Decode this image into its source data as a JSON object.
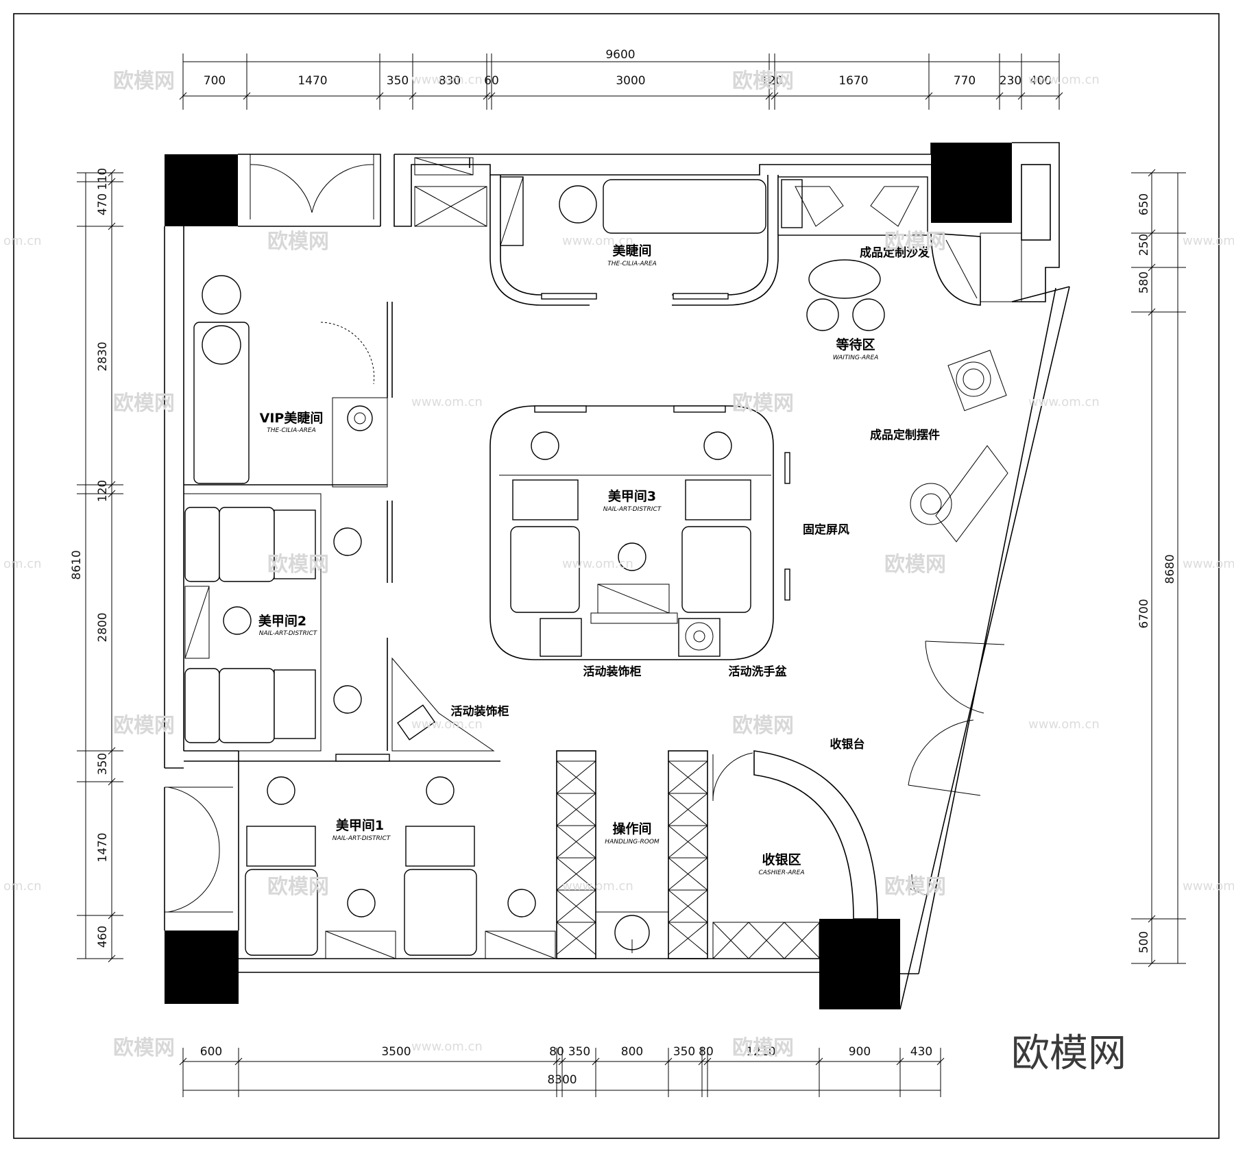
{
  "dimensions": {
    "top_total": "9600",
    "top": [
      "700",
      "1470",
      "350",
      "830",
      "60",
      "3000",
      "120",
      "1670",
      "770",
      "230",
      "400"
    ],
    "bottom_total": "8300",
    "bottom": [
      "600",
      "3500",
      "80",
      "350",
      "800",
      "350",
      "80",
      "1210",
      "900",
      "430"
    ],
    "left_total": "8610",
    "left": [
      "110",
      "470",
      "2830",
      "120",
      "2800",
      "350",
      "1470",
      "460"
    ],
    "right_total": "8680",
    "right": [
      "650",
      "250",
      "580",
      "6700",
      "500"
    ]
  },
  "rooms": {
    "cilia": {
      "cn": "美睫间",
      "en": "THE-CILIA-AREA"
    },
    "vip_cilia": {
      "cn": "VIP美睫间",
      "en": "THE-CILIA-AREA"
    },
    "nail3": {
      "cn": "美甲间3",
      "en": "NAIL-ART-DISTRICT"
    },
    "nail2": {
      "cn": "美甲间2",
      "en": "NAIL-ART-DISTRICT"
    },
    "nail1": {
      "cn": "美甲间1",
      "en": "NAIL-ART-DISTRICT"
    },
    "handling": {
      "cn": "操作间",
      "en": "HANDLING-ROOM"
    },
    "cashier": {
      "cn": "收银区",
      "en": "CASHIER-AREA"
    },
    "waiting": {
      "cn": "等待区",
      "en": "WAITING-AREA"
    }
  },
  "annotations": {
    "sofa": "成品定制沙发",
    "ornament": "成品定制摆件",
    "screen": "固定屏风",
    "cabinet_center": "活动装饰柜",
    "basin": "活动洗手盆",
    "cabinet_left": "活动装饰柜",
    "counter": "收银台"
  },
  "watermark": {
    "text": "欧模网",
    "url": "www.om.cn",
    "url_short": "om.cn"
  },
  "logo": "欧模网"
}
